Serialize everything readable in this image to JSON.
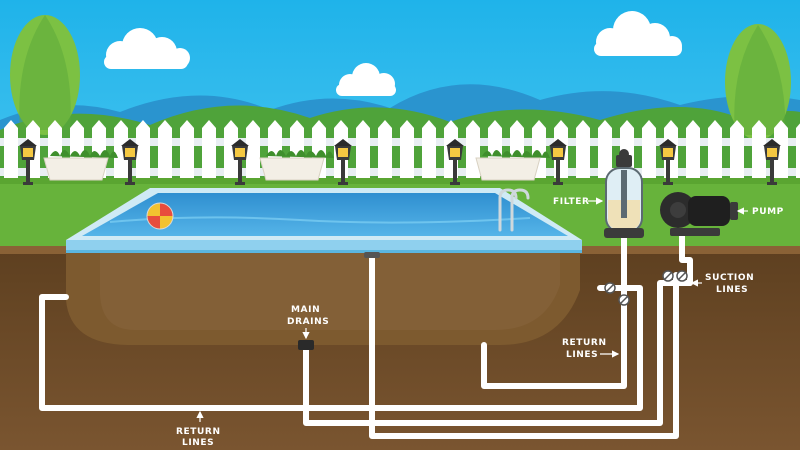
{
  "labels": {
    "filter": "FILTER",
    "pump": "PUMP",
    "suction_lines_1": "SUCTION",
    "suction_lines_2": "LINES",
    "main_drains_1": "MAIN",
    "main_drains_2": "DRAINS",
    "return_lines_right_1": "RETURN",
    "return_lines_right_2": "LINES",
    "return_lines_left_1": "RETURN",
    "return_lines_left_2": "LINES"
  },
  "colors": {
    "sky": "#22b5ea",
    "grass": "#67b33b",
    "soil": "#6b4a26",
    "pool_water": "#3a9cd6",
    "pipe": "#ffffff",
    "fence": "#ffffff"
  }
}
